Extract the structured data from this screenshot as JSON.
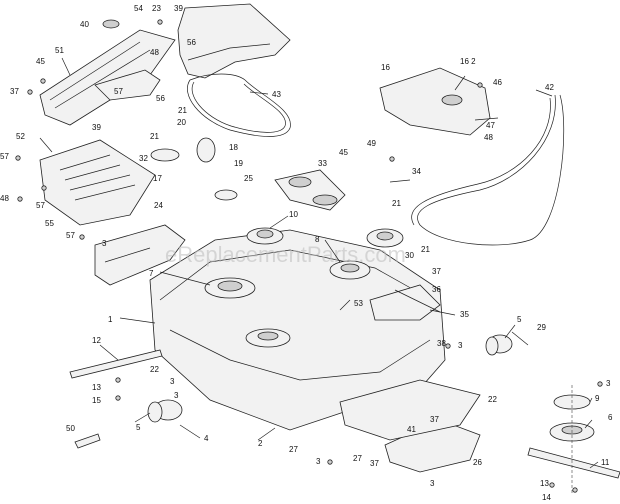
{
  "diagram": {
    "watermark": "eReplacementParts.com",
    "callouts": {
      "c1": "1",
      "c2": "2",
      "c3a": "3",
      "c3b": "3",
      "c3c": "3",
      "c3d": "3",
      "c3e": "3",
      "c3f": "3",
      "c3g": "3",
      "c4": "4",
      "c5a": "5",
      "c5b": "5",
      "c6": "6",
      "c7": "7",
      "c8": "8",
      "c9": "9",
      "c10": "10",
      "c11": "11",
      "c12": "12",
      "c13a": "13",
      "c13b": "13",
      "c14": "14",
      "c15": "15",
      "c16": "16",
      "c162": "16 2",
      "c17": "17",
      "c18": "18",
      "c19": "19",
      "c20": "20",
      "c21a": "21",
      "c21b": "21",
      "c21c": "21",
      "c21d": "21",
      "c22a": "22",
      "c22b": "22",
      "c23": "23",
      "c24": "24",
      "c25": "25",
      "c26": "26",
      "c27a": "27",
      "c27b": "27",
      "c29": "29",
      "c30": "30",
      "c32": "32",
      "c33": "33",
      "c34": "34",
      "c35": "35",
      "c36": "36",
      "c37a": "37",
      "c37b": "37",
      "c37c": "37",
      "c37d": "37",
      "c38": "38",
      "c39a": "39",
      "c39b": "39",
      "c40": "40",
      "c41": "41",
      "c42": "42",
      "c43": "43",
      "c45a": "45",
      "c45b": "45",
      "c46": "46",
      "c47": "47",
      "c48a": "48",
      "c48b": "48",
      "c48c": "48",
      "c49": "49",
      "c50": "50",
      "c51": "51",
      "c52": "52",
      "c53": "53",
      "c54": "54",
      "c55": "55",
      "c56a": "56",
      "c56b": "56",
      "c57a": "57",
      "c57b": "57",
      "c57c": "57",
      "c57d": "57"
    }
  }
}
